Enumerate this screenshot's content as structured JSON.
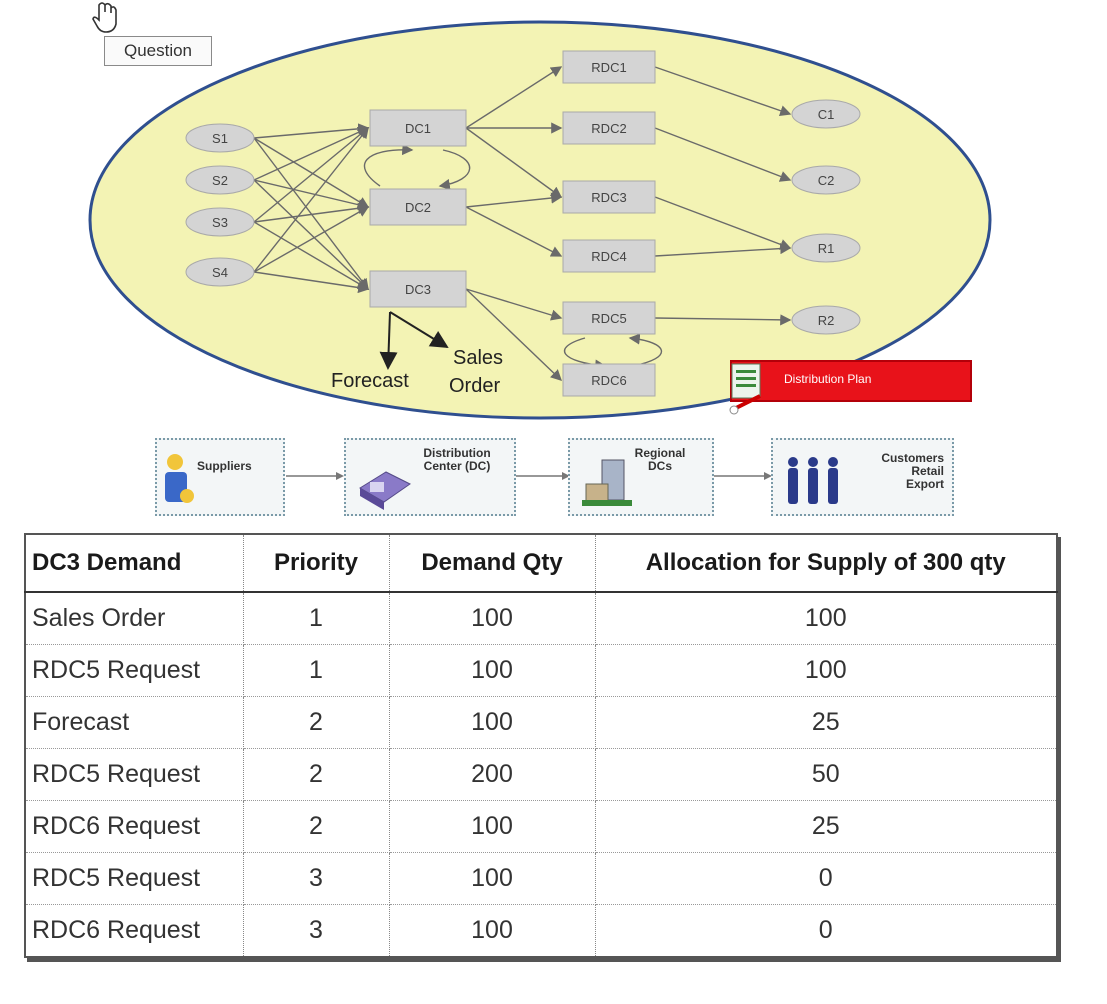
{
  "tooltip": {
    "text": "Question"
  },
  "network": {
    "suppliers": [
      "S1",
      "S2",
      "S3",
      "S4"
    ],
    "dcs": [
      "DC1",
      "DC2",
      "DC3"
    ],
    "rdcs": [
      "RDC1",
      "RDC2",
      "RDC3",
      "RDC4",
      "RDC5",
      "RDC6"
    ],
    "customers": [
      "C1",
      "C2",
      "R1",
      "R2"
    ],
    "forecast_label": "Forecast",
    "sales_order_label": [
      "Sales",
      "Order"
    ],
    "distribution_plan": "Distribution Plan"
  },
  "flow": {
    "suppliers": "Suppliers",
    "dc": [
      "Distribution",
      "Center (DC)"
    ],
    "regional": [
      "Regional",
      "DCs"
    ],
    "customers": [
      "Customers",
      "Retail",
      "Export"
    ]
  },
  "table": {
    "headers": [
      "DC3 Demand",
      "Priority",
      "Demand Qty",
      "Allocation for Supply of 300 qty"
    ],
    "rows": [
      [
        "Sales Order",
        "1",
        "100",
        "100"
      ],
      [
        "RDC5 Request",
        "1",
        "100",
        "100"
      ],
      [
        "Forecast",
        "2",
        "100",
        "25"
      ],
      [
        "RDC5 Request",
        "2",
        "200",
        "50"
      ],
      [
        "RDC6 Request",
        "2",
        "100",
        "25"
      ],
      [
        "RDC5 Request",
        "3",
        "100",
        "0"
      ],
      [
        "RDC6 Request",
        "3",
        "100",
        "0"
      ]
    ]
  },
  "colors": {
    "ellipse_fill": "#f3f3b4",
    "ellipse_stroke": "#2f4f8f",
    "node_fill": "#d4d4d4",
    "plan_red": "#e8121a"
  }
}
